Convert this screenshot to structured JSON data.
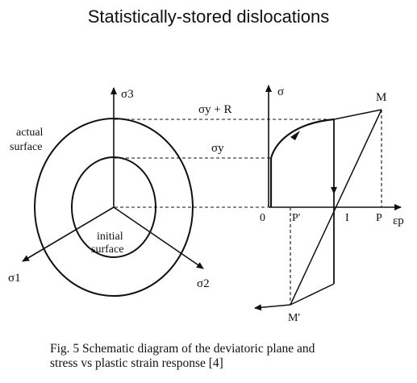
{
  "title": "Statistically-stored dislocations",
  "deviatoric_plane": {
    "axis_sigma3": "σ3",
    "axis_sigma1": "σ1",
    "axis_sigma2": "σ2",
    "outer_label_line1": "actual",
    "outer_label_line2": "surface",
    "inner_label_line1": "initial",
    "inner_label_line2": "surface"
  },
  "stress_strain": {
    "axis_y": "σ",
    "axis_x": "εp",
    "level_upper": "σy + R",
    "level_lower": "σy",
    "pt_origin": "0",
    "pt_p_prime": "P'",
    "pt_i": "I",
    "pt_p": "P",
    "pt_m": "M",
    "pt_m_prime": "M'"
  },
  "caption": {
    "line1": "Fig. 5 Schematic diagram of the deviatoric plane and",
    "line2": "stress vs plastic strain response [4]"
  },
  "colors": {
    "ink": "#111111",
    "background": "#ffffff"
  }
}
